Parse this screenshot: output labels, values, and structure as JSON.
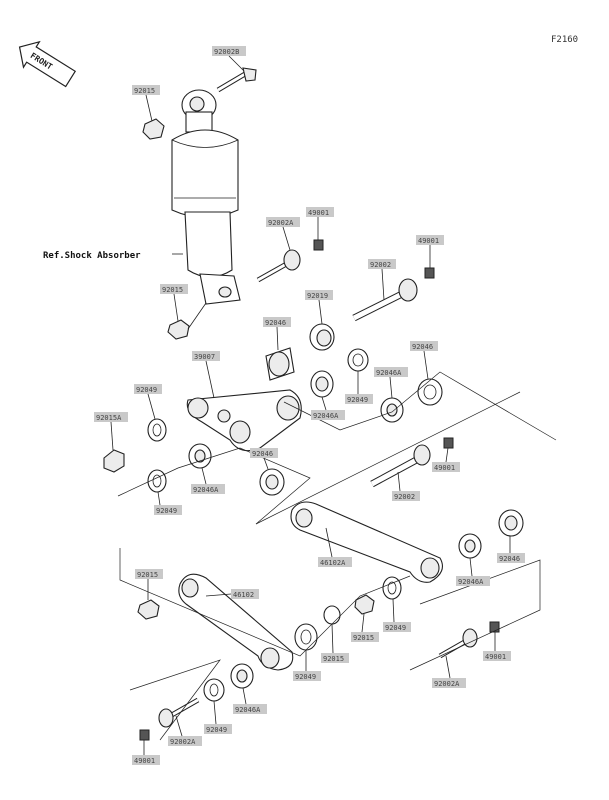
{
  "figure_code": "F2160",
  "front_label": "FRONT",
  "ref_label": "Ref.Shock Absorber",
  "labels": {
    "p92002B": "92002B",
    "p92015_top": "92015",
    "p92002A_top": "92002A",
    "p49001_a": "49001",
    "p49001_b": "49001",
    "p92002_upper": "92002",
    "p92015_mid": "92015",
    "p92019": "92019",
    "p92046_a": "92046",
    "p92046_b": "92046",
    "p39007": "39007",
    "p92049_a": "92049",
    "p92046A_a": "92046A",
    "p92046A_b": "92046A",
    "p92049_b": "92049",
    "p92015A": "92015A",
    "p92046_c": "92046",
    "p92046A_c": "92046A",
    "p92049_c": "92049",
    "p49001_c": "49001",
    "p92002_lower": "92002",
    "p46102A": "46102A",
    "p92046A_d": "92046A",
    "p92046_d": "92046",
    "p92015_low": "92015",
    "p46102": "46102",
    "p92049_d": "92049",
    "p92015_b": "92015",
    "p92015_c": "92015",
    "p92049_e": "92049",
    "p49001_d": "49001",
    "p92002A_right": "92002A",
    "p92046A_e": "92046A",
    "p92049_f": "92049",
    "p92002A_bottom": "92002A",
    "p49001_e": "49001"
  }
}
